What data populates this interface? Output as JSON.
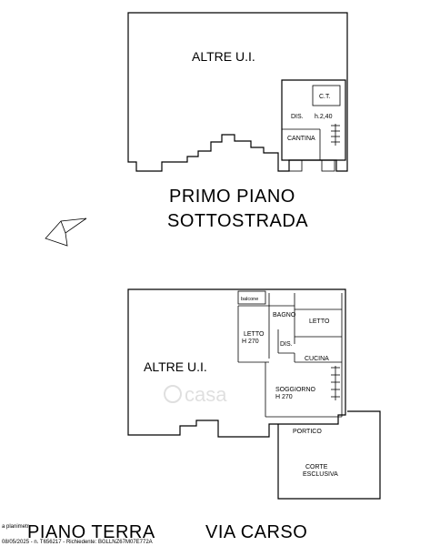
{
  "upper_plan": {
    "others_label": "ALTRE U.I.",
    "room_ct": "C.T.",
    "room_dis": "DIS.",
    "height": "h.2,40",
    "room_cantina": "CANTINA",
    "title_line1": "PRIMO PIANO",
    "title_line2": "SOTTOSTRADA"
  },
  "lower_plan": {
    "others_label": "ALTRE U.I.",
    "room_balcone": "balcone",
    "room_bagno": "BAGNO",
    "room_letto1": "LETTO",
    "room_letto2": "LETTO",
    "letto2_height": "H 270",
    "room_dis": "DIS.",
    "room_cucina": "CUCINA",
    "room_soggiorno": "SOGGIORNO",
    "soggiorno_height": "H 270",
    "room_portico": "PORTICO",
    "corte_line1": "CORTE",
    "corte_line2": "ESCLUSIVA",
    "title": "PIANO TERRA",
    "street": "VIA CARSO"
  },
  "watermark": "casa",
  "footer": {
    "line1": "a planimetr",
    "line2": "08/05/2025 - n. T656217 - Richiedente: BGLLNZ67M07E772A"
  }
}
